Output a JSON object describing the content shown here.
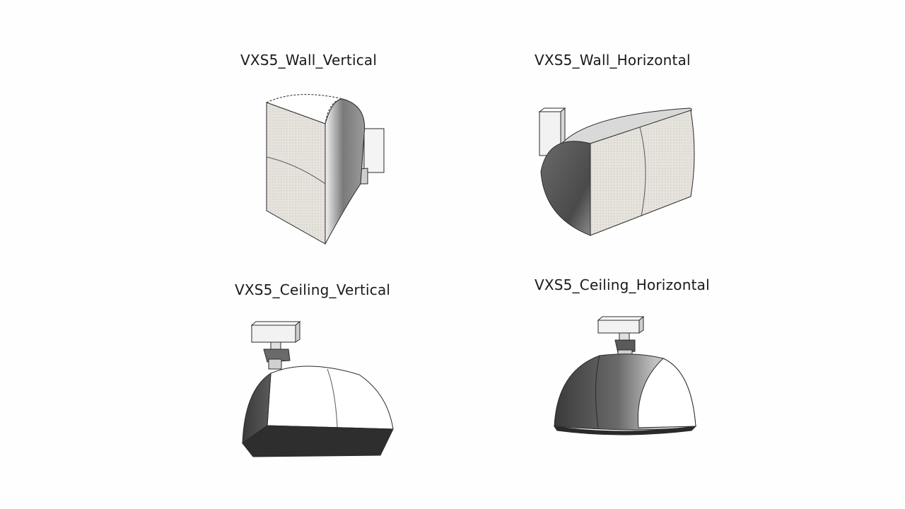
{
  "models": [
    {
      "label": "VXS5_Wall_Vertical"
    },
    {
      "label": "VXS5_Wall_Horizontal"
    },
    {
      "label": "VXS5_Ceiling_Vertical"
    },
    {
      "label": "VXS5_Ceiling_Horizontal"
    }
  ],
  "colors": {
    "background": "#fefefe",
    "grille": "#e6e3dd",
    "grille_dark": "#d8d4cc",
    "outline": "#2a2a2a",
    "shade_dark": "#3a3a3a",
    "shade_mid": "#8a8a8a"
  }
}
